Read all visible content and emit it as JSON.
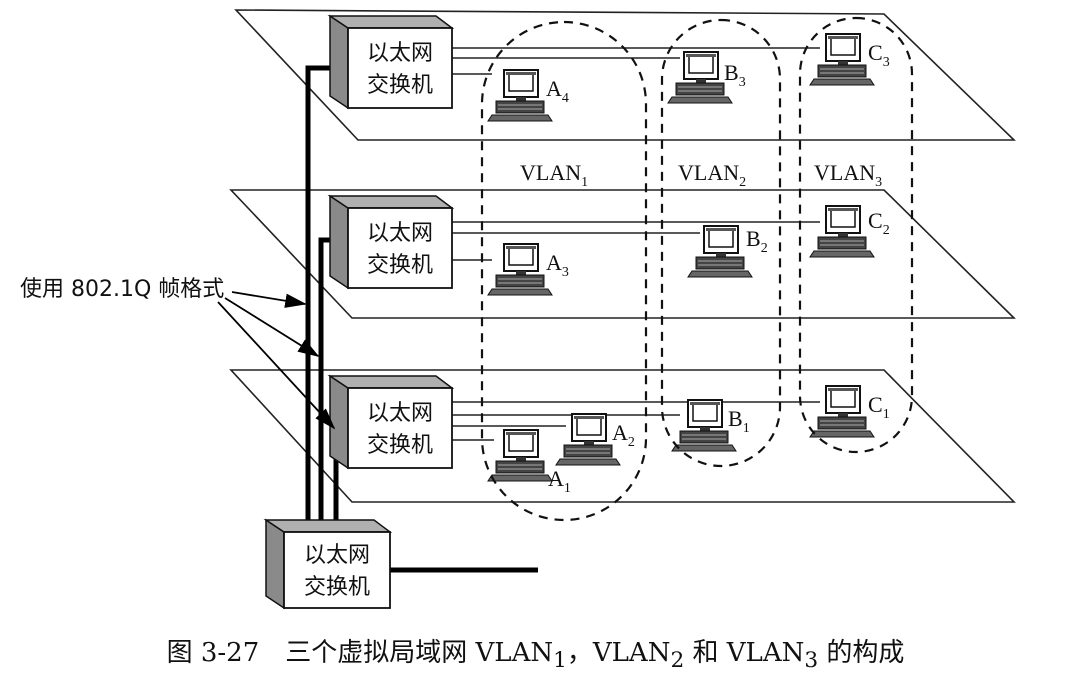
{
  "switch_label_line1": "以太网",
  "switch_label_line2": "交换机",
  "trunk_label": "使用 802.1Q 帧格式",
  "vlans": [
    {
      "name": "VLAN",
      "sub": "1"
    },
    {
      "name": "VLAN",
      "sub": "2"
    },
    {
      "name": "VLAN",
      "sub": "3"
    }
  ],
  "hosts": {
    "A4": {
      "name": "A",
      "sub": "4"
    },
    "B3": {
      "name": "B",
      "sub": "3"
    },
    "C3": {
      "name": "C",
      "sub": "3"
    },
    "A3": {
      "name": "A",
      "sub": "3"
    },
    "B2": {
      "name": "B",
      "sub": "2"
    },
    "C2": {
      "name": "C",
      "sub": "2"
    },
    "A1": {
      "name": "A",
      "sub": "1"
    },
    "A2": {
      "name": "A",
      "sub": "2"
    },
    "B1": {
      "name": "B",
      "sub": "1"
    },
    "C1": {
      "name": "C",
      "sub": "1"
    }
  },
  "caption": {
    "prefix": "图 3-27　三个虚拟局域网 VLAN",
    "s1": "1",
    "mid1": "，VLAN",
    "s2": "2",
    "mid2": " 和 VLAN",
    "s3": "3",
    "suffix": " 的构成"
  }
}
